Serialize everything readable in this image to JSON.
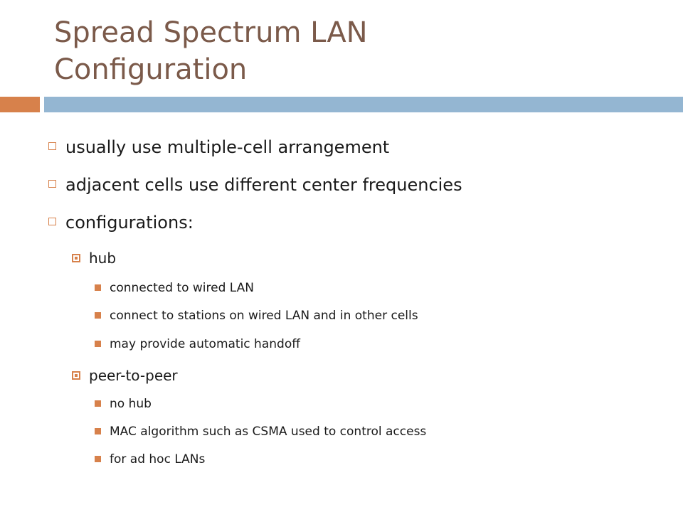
{
  "slide": {
    "title_lines": [
      "Spread Spectrum LAN",
      "Configuration"
    ],
    "colors": {
      "title": "#7b5a4a",
      "accent": "#d7814b",
      "rule": "#94b6d2",
      "text": "#1a1a1a"
    },
    "bullets": [
      {
        "level": 1,
        "icon": "hollow-square-bullet-icon",
        "text": "usually use multiple-cell arrangement"
      },
      {
        "level": 1,
        "icon": "hollow-square-bullet-icon",
        "text": "adjacent cells use different center frequencies"
      },
      {
        "level": 1,
        "icon": "hollow-square-bullet-icon",
        "text": "configurations:"
      },
      {
        "level": 2,
        "icon": "boxed-square-bullet-icon",
        "text": "hub"
      },
      {
        "level": 3,
        "icon": "filled-square-bullet-icon",
        "text": "connected to wired LAN"
      },
      {
        "level": 3,
        "icon": "filled-square-bullet-icon",
        "text": "connect to stations on wired LAN and in other cells"
      },
      {
        "level": 3,
        "icon": "filled-square-bullet-icon",
        "text": "may provide automatic handoff"
      },
      {
        "level": 2,
        "icon": "boxed-square-bullet-icon",
        "text": "peer-to-peer"
      },
      {
        "level": 3,
        "icon": "filled-square-bullet-icon",
        "text": "no hub"
      },
      {
        "level": 3,
        "icon": "filled-square-bullet-icon",
        "text": "MAC algorithm such as CSMA used to control access"
      },
      {
        "level": 3,
        "icon": "filled-square-bullet-icon",
        "text": "for ad hoc LANs"
      }
    ]
  }
}
